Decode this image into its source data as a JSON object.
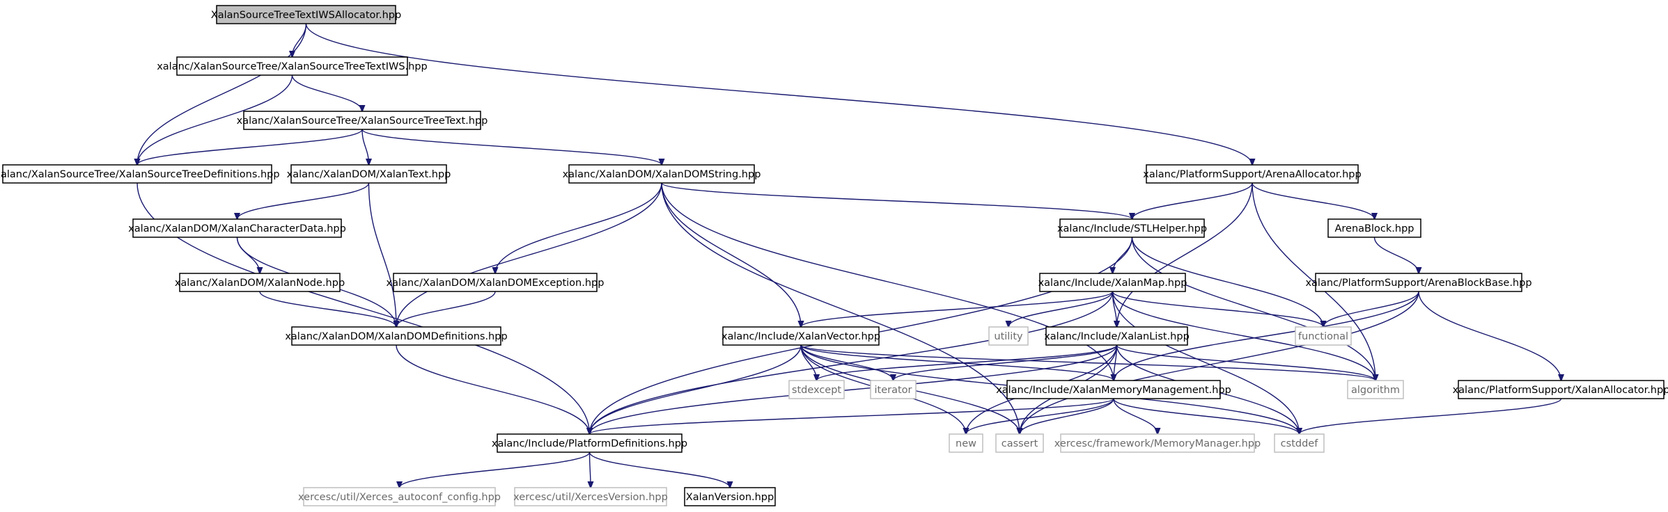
{
  "colors": {
    "edge": "#191970",
    "node_border": "#000000",
    "external_border": "#bfbfbf",
    "root_fill": "#bfbfbf",
    "node_fill": "#ffffff"
  },
  "nodes": [
    {
      "id": "root",
      "label": "XalanSourceTreeTextIWSAllocator.hpp",
      "kind": "root"
    },
    {
      "id": "xstiws",
      "label": "xalanc/XalanSourceTree/XalanSourceTreeTextIWS.hpp",
      "kind": "internal"
    },
    {
      "id": "xstt",
      "label": "xalanc/XalanSourceTree/XalanSourceTreeText.hpp",
      "kind": "internal"
    },
    {
      "id": "xstdef",
      "label": "xalanc/XalanSourceTree/XalanSourceTreeDefinitions.hpp",
      "kind": "internal"
    },
    {
      "id": "xtext",
      "label": "xalanc/XalanDOM/XalanText.hpp",
      "kind": "internal"
    },
    {
      "id": "xdomstr",
      "label": "xalanc/XalanDOM/XalanDOMString.hpp",
      "kind": "internal"
    },
    {
      "id": "arenaalloc",
      "label": "xalanc/PlatformSupport/ArenaAllocator.hpp",
      "kind": "internal"
    },
    {
      "id": "xchardata",
      "label": "xalanc/XalanDOM/XalanCharacterData.hpp",
      "kind": "internal"
    },
    {
      "id": "stlhelper",
      "label": "xalanc/Include/STLHelper.hpp",
      "kind": "internal"
    },
    {
      "id": "arenablock",
      "label": "ArenaBlock.hpp",
      "kind": "internal"
    },
    {
      "id": "xnode",
      "label": "xalanc/XalanDOM/XalanNode.hpp",
      "kind": "internal"
    },
    {
      "id": "xdomexc",
      "label": "xalanc/XalanDOM/XalanDOMException.hpp",
      "kind": "internal"
    },
    {
      "id": "xmap",
      "label": "xalanc/Include/XalanMap.hpp",
      "kind": "internal"
    },
    {
      "id": "arenablockbase",
      "label": "xalanc/PlatformSupport/ArenaBlockBase.hpp",
      "kind": "internal"
    },
    {
      "id": "xdomdef",
      "label": "xalanc/XalanDOM/XalanDOMDefinitions.hpp",
      "kind": "internal"
    },
    {
      "id": "xvector",
      "label": "xalanc/Include/XalanVector.hpp",
      "kind": "internal"
    },
    {
      "id": "utility",
      "label": "utility",
      "kind": "external"
    },
    {
      "id": "xlist",
      "label": "xalanc/Include/XalanList.hpp",
      "kind": "internal"
    },
    {
      "id": "functional",
      "label": "functional",
      "kind": "external"
    },
    {
      "id": "stdexcept",
      "label": "stdexcept",
      "kind": "external"
    },
    {
      "id": "iterator",
      "label": "iterator",
      "kind": "external"
    },
    {
      "id": "xmemmgmt",
      "label": "xalanc/Include/XalanMemoryManagement.hpp",
      "kind": "internal"
    },
    {
      "id": "algorithm",
      "label": "algorithm",
      "kind": "external"
    },
    {
      "id": "xallocator",
      "label": "xalanc/PlatformSupport/XalanAllocator.hpp",
      "kind": "internal"
    },
    {
      "id": "platdef",
      "label": "xalanc/Include/PlatformDefinitions.hpp",
      "kind": "internal"
    },
    {
      "id": "new",
      "label": "new",
      "kind": "external"
    },
    {
      "id": "cassert",
      "label": "cassert",
      "kind": "external"
    },
    {
      "id": "memmgr",
      "label": "xercesc/framework/MemoryManager.hpp",
      "kind": "external"
    },
    {
      "id": "cstddef",
      "label": "cstddef",
      "kind": "external"
    },
    {
      "id": "xautoconf",
      "label": "xercesc/util/Xerces_autoconf_config.hpp",
      "kind": "external"
    },
    {
      "id": "xversion",
      "label": "xercesc/util/XercesVersion.hpp",
      "kind": "external"
    },
    {
      "id": "xalanversion",
      "label": "XalanVersion.hpp",
      "kind": "internal"
    }
  ],
  "edges": [
    [
      "root",
      "xstiws"
    ],
    [
      "root",
      "xstdef"
    ],
    [
      "root",
      "arenaalloc"
    ],
    [
      "xstiws",
      "xstt"
    ],
    [
      "xstiws",
      "xstdef"
    ],
    [
      "xstt",
      "xstdef"
    ],
    [
      "xstt",
      "xtext"
    ],
    [
      "xstt",
      "xdomstr"
    ],
    [
      "xstdef",
      "platdef"
    ],
    [
      "xtext",
      "xchardata"
    ],
    [
      "xtext",
      "xdomdef"
    ],
    [
      "xchardata",
      "xnode"
    ],
    [
      "xchardata",
      "xdomdef"
    ],
    [
      "xnode",
      "xdomdef"
    ],
    [
      "xdomstr",
      "xdomexc"
    ],
    [
      "xdomstr",
      "xdomdef"
    ],
    [
      "xdomstr",
      "stlhelper"
    ],
    [
      "xdomstr",
      "xvector"
    ],
    [
      "xdomstr",
      "xmemmgmt"
    ],
    [
      "xdomstr",
      "cassert"
    ],
    [
      "xdomexc",
      "xdomdef"
    ],
    [
      "xdomdef",
      "platdef"
    ],
    [
      "arenaalloc",
      "stlhelper"
    ],
    [
      "arenaalloc",
      "arenablock"
    ],
    [
      "arenaalloc",
      "xlist"
    ],
    [
      "arenaalloc",
      "algorithm"
    ],
    [
      "arenablock",
      "arenablockbase"
    ],
    [
      "arenablockbase",
      "functional"
    ],
    [
      "arenablockbase",
      "xmemmgmt"
    ],
    [
      "arenablockbase",
      "xallocator"
    ],
    [
      "arenablockbase",
      "cassert"
    ],
    [
      "xallocator",
      "cstddef"
    ],
    [
      "stlhelper",
      "platdef"
    ],
    [
      "stlhelper",
      "xmap"
    ],
    [
      "stlhelper",
      "functional"
    ],
    [
      "stlhelper",
      "algorithm"
    ],
    [
      "xmap",
      "platdef"
    ],
    [
      "xmap",
      "xvector"
    ],
    [
      "xmap",
      "utility"
    ],
    [
      "xmap",
      "xlist"
    ],
    [
      "xmap",
      "functional"
    ],
    [
      "xmap",
      "algorithm"
    ],
    [
      "xmap",
      "cstddef"
    ],
    [
      "xvector",
      "platdef"
    ],
    [
      "xvector",
      "stdexcept"
    ],
    [
      "xvector",
      "iterator"
    ],
    [
      "xvector",
      "xmemmgmt"
    ],
    [
      "xvector",
      "algorithm"
    ],
    [
      "xvector",
      "new"
    ],
    [
      "xvector",
      "cassert"
    ],
    [
      "xvector",
      "cstddef"
    ],
    [
      "xlist",
      "platdef"
    ],
    [
      "xlist",
      "stdexcept"
    ],
    [
      "xlist",
      "iterator"
    ],
    [
      "xlist",
      "xmemmgmt"
    ],
    [
      "xlist",
      "algorithm"
    ],
    [
      "xlist",
      "new"
    ],
    [
      "xlist",
      "cassert"
    ],
    [
      "xlist",
      "cstddef"
    ],
    [
      "xmemmgmt",
      "platdef"
    ],
    [
      "xmemmgmt",
      "new"
    ],
    [
      "xmemmgmt",
      "cassert"
    ],
    [
      "xmemmgmt",
      "memmgr"
    ],
    [
      "xmemmgmt",
      "cstddef"
    ],
    [
      "platdef",
      "xautoconf"
    ],
    [
      "platdef",
      "xversion"
    ],
    [
      "platdef",
      "xalanversion"
    ]
  ]
}
